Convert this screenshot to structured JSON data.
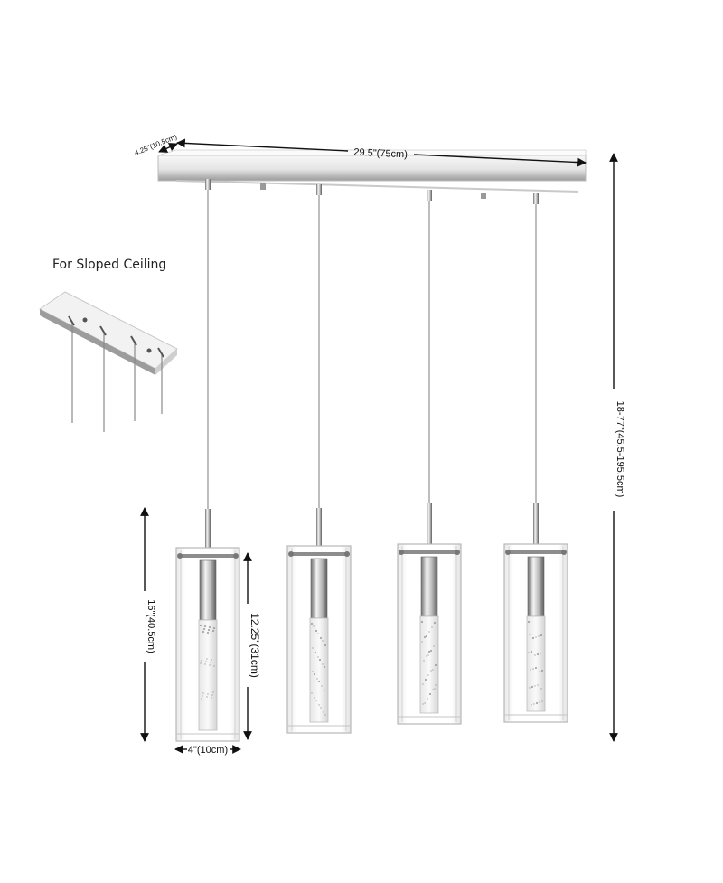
{
  "labels": {
    "sloped_caption": "For Sloped Ceiling",
    "canopy_depth": "4.25\"(10.5cm)",
    "canopy_length": "29.5\"(75cm)",
    "overall_height": "18-77\"(45.5-195.5cm)",
    "shade_height": "16\"(40.5cm)",
    "inner_height": "12.25\"(31cm)",
    "shade_width": "4\"(10cm)"
  },
  "colors": {
    "chrome_light": "#f4f4f4",
    "chrome_dark": "#9a9a9a",
    "glass_edge": "#b8b8b8",
    "dimension_line": "#111111"
  },
  "pendant_count": 4
}
